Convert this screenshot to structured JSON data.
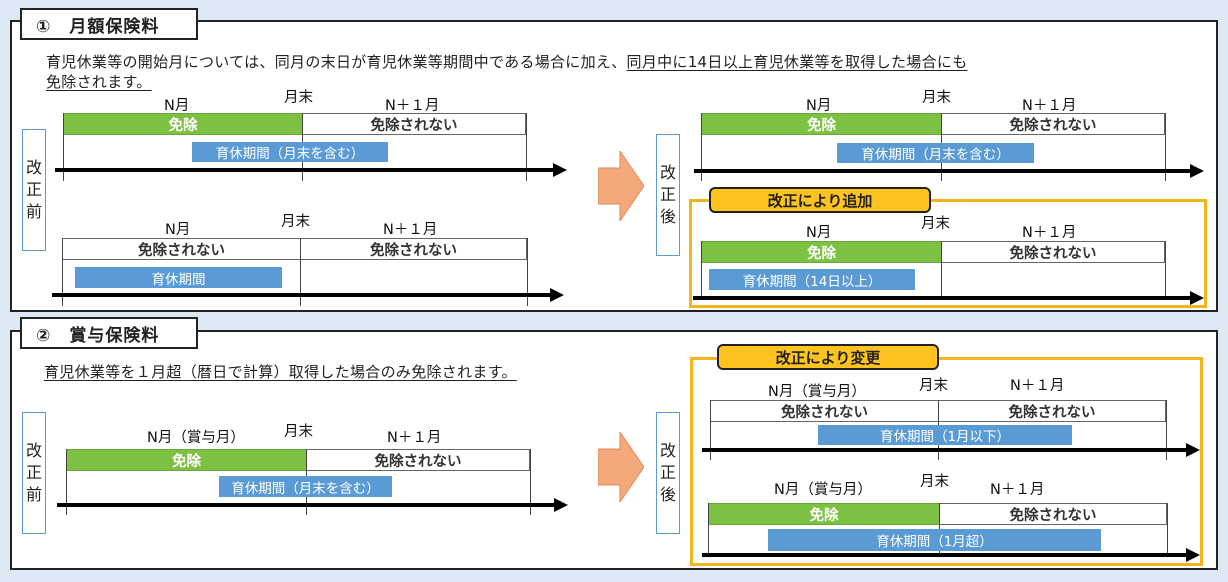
{
  "section1": {
    "title": "①　月額保険料",
    "note_line1_a": "育児休業等の開始月については、同月の末日が育児休業等期間中である場合に加え、",
    "note_line1_b": "同月中に14日以上育児休業等を取得した場合にも",
    "note_line2": "免除されます。"
  },
  "section2": {
    "title": "②　賞与保険料",
    "note": "育児休業等を１月超（暦日で計算）取得した場合のみ免除されます。"
  },
  "labels": {
    "before": [
      "改",
      "正",
      "前"
    ],
    "after": [
      "改",
      "正",
      "後"
    ],
    "n_month": "N月",
    "n_month_bonus": "N月（賞与月）",
    "month_end": "月末",
    "n_plus_1": "N＋１月",
    "exempt": "免除",
    "not_exempt": "免除されない",
    "tag_added": "改正により追加",
    "tag_changed": "改正により変更"
  },
  "periods": {
    "incl_month_end": "育休期間（月末を含む）",
    "plain": "育休期間",
    "fourteen_days": "育休期間（14日以上）",
    "one_month_or_less": "育休期間（1月以下）",
    "over_one_month": "育休期間（1月超）"
  },
  "colors": {
    "exempt_green": "#7dc142",
    "period_blue": "#5b9bd5",
    "tag_yellow": "#fec31f",
    "highlight_border": "#f3b51b",
    "arrow_orange": "#f4a97a"
  }
}
